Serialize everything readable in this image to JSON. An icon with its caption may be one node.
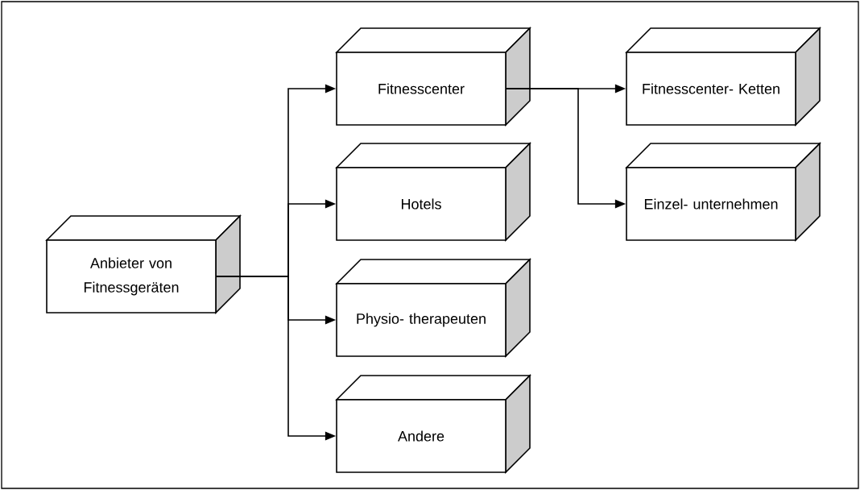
{
  "diagram": {
    "nodes": [
      {
        "text": [
          "Anbieter von Fitnessgeräten"
        ]
      },
      {
        "text": [
          "Fitnesscenter"
        ]
      },
      {
        "text": [
          "Hotels"
        ]
      },
      {
        "text": [
          "Physio- therapeuten"
        ]
      },
      {
        "text": [
          "Andere"
        ]
      },
      {
        "text": [
          "Fitnesscenter- Ketten"
        ]
      },
      {
        "text": [
          "Einzel- unternehmen"
        ]
      }
    ],
    "edges": [
      {
        "from": 0,
        "to": 1,
        "arrow": "to"
      },
      {
        "from": 0,
        "to": 2,
        "arrow": "to"
      },
      {
        "from": 0,
        "to": 3,
        "arrow": "to"
      },
      {
        "from": 0,
        "to": 4,
        "arrow": "to"
      },
      {
        "from": 1,
        "to": 5,
        "arrow": "to"
      },
      {
        "from": 1,
        "to": 6,
        "arrow": "to"
      }
    ]
  }
}
